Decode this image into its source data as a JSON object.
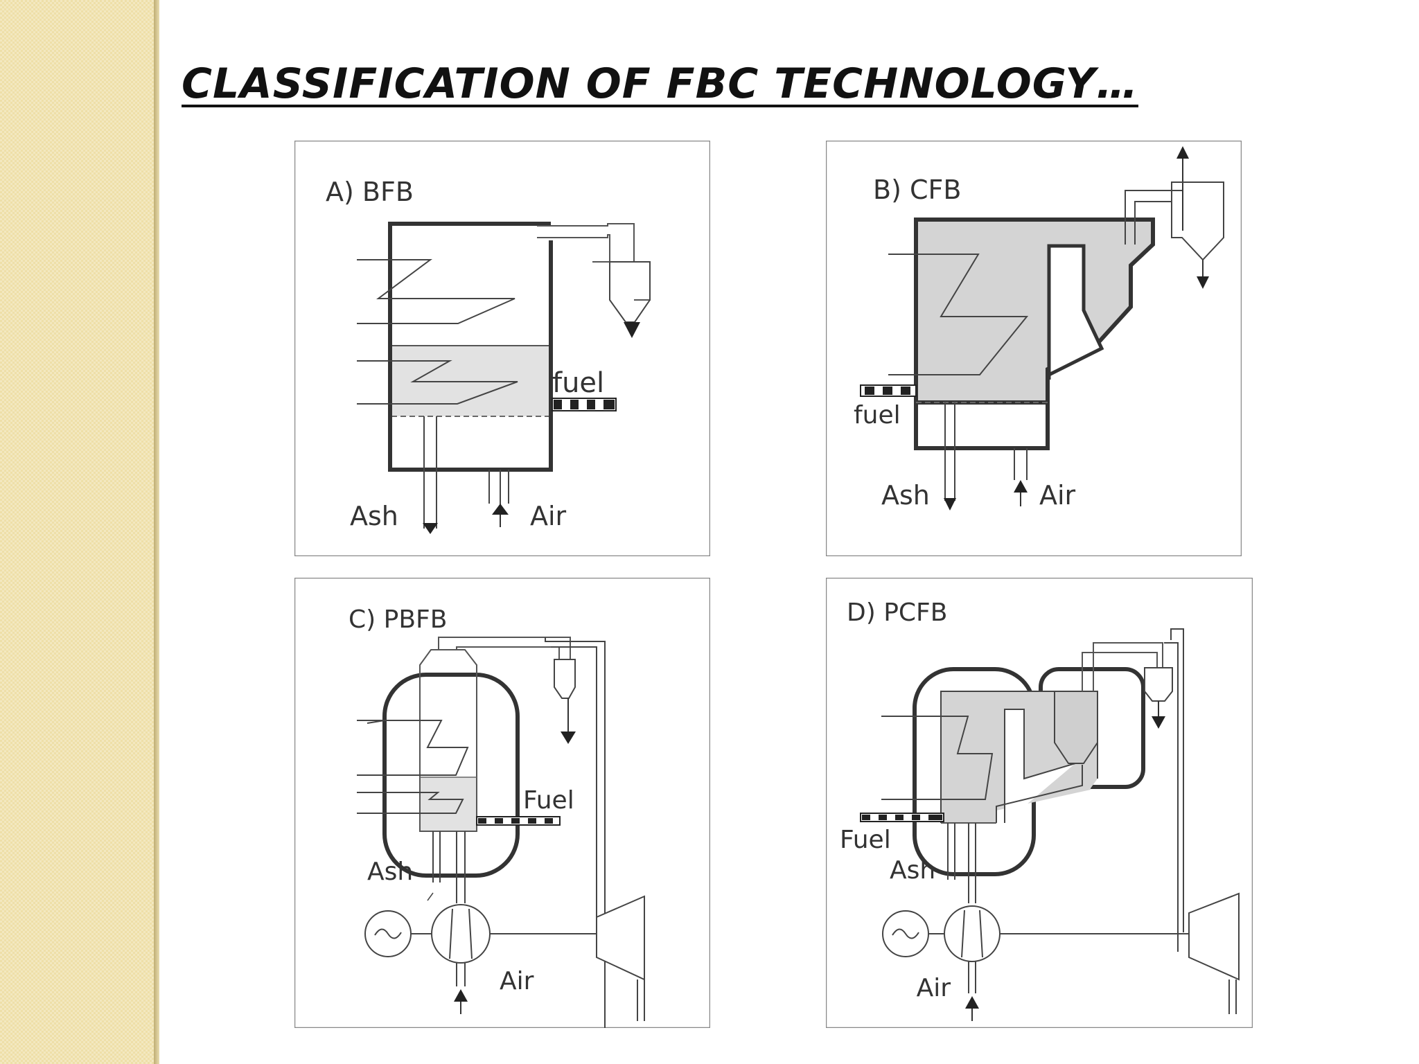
{
  "slide": {
    "title": "CLASSIFICATION OF FBC TECHNOLOGY…"
  },
  "panels": {
    "bfb": {
      "title": "A)  BFB",
      "fuel": "fuel",
      "ash": "Ash",
      "air": "Air"
    },
    "cfb": {
      "title": "B) CFB",
      "fuel": "fuel",
      "ash": "Ash",
      "air": "Air"
    },
    "pbfb": {
      "title": "C)  PBFB",
      "fuel": "Fuel",
      "ash": "Ash",
      "air": "Air"
    },
    "pcfb": {
      "title": "D)  PCFB",
      "fuel": "Fuel",
      "ash": "Ash",
      "air": "Air"
    }
  },
  "colors": {
    "stripe": "#eedfa8",
    "bed_fill": "#e2e2e2",
    "cfb_fill": "#d4d4d4",
    "line": "#333333"
  }
}
